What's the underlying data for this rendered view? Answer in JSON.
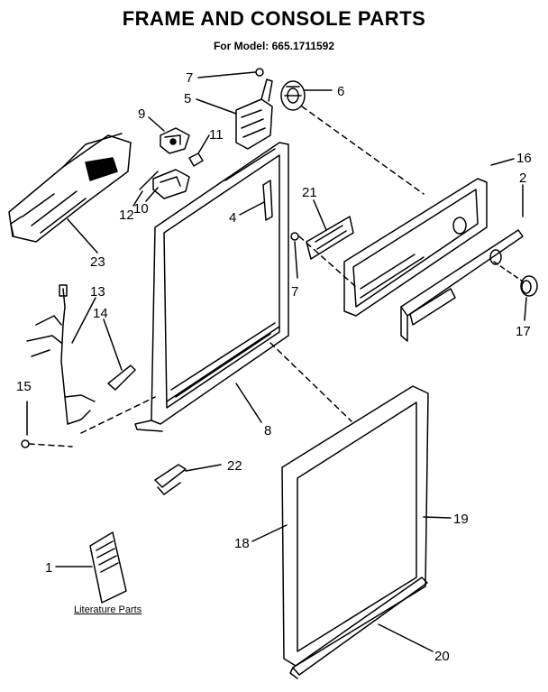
{
  "title": "FRAME AND CONSOLE PARTS",
  "subtitle": "For Model: 665.1711592",
  "literature_label": "Literature Parts",
  "callouts": {
    "c1": "1",
    "c2": "2",
    "c4": "4",
    "c5": "5",
    "c6": "6",
    "c7a": "7",
    "c7b": "7",
    "c8": "8",
    "c9": "9",
    "c10": "10",
    "c11": "11",
    "c12": "12",
    "c13": "13",
    "c14": "14",
    "c15": "15",
    "c16": "16",
    "c17": "17",
    "c18": "18",
    "c19": "19",
    "c20": "20",
    "c21": "21",
    "c22": "22",
    "c23": "23"
  }
}
